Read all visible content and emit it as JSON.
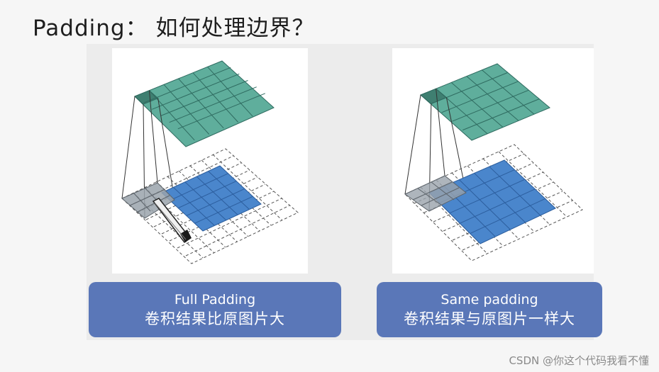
{
  "slide": {
    "title": "Padding： 如何处理边界？"
  },
  "figures": [
    {
      "name": "full-padding",
      "caption_line1": "Full Padding",
      "caption_line2": "卷积结果比原图片大"
    },
    {
      "name": "same-padding",
      "caption_line1": "Same padding",
      "caption_line2": "卷积结果与原图片一样大"
    }
  ],
  "watermark": "CSDN @你这个代码我看不懂",
  "colors": {
    "output_grid": "#5fae9c",
    "output_grid_dark": "#3f7f71",
    "input_grid": "#4a86cc",
    "kernel": "#9aa3ab",
    "caption_bg": "#5a77b8"
  }
}
